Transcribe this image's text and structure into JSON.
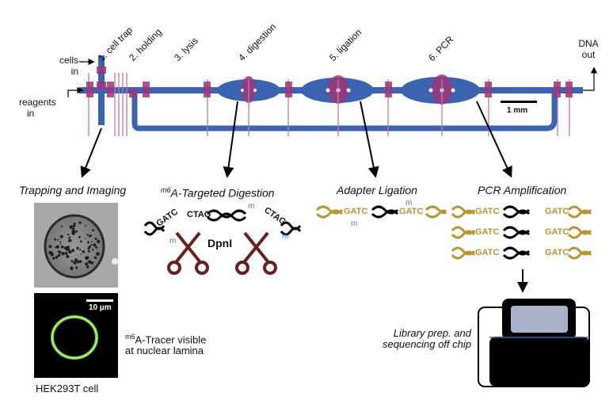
{
  "labels": {
    "cells_in": [
      "cells",
      "in"
    ],
    "reagents_in": [
      "reagents",
      "in"
    ],
    "dna_out": [
      "DNA",
      "out"
    ],
    "scale_bar": "1 mm",
    "micro_scale": "10 µm",
    "dpni": "DpnI",
    "hek": "HEK293T cell",
    "tracer": [
      "A-Tracer visible",
      "at nuclear lamina"
    ],
    "tracer_sup": "m6",
    "library": [
      "Library prep. and",
      "sequencing off chip"
    ]
  },
  "steps": [
    {
      "label": "1. cell trap"
    },
    {
      "label": "2. holding"
    },
    {
      "label": "3. lysis"
    },
    {
      "label": "4. digestion"
    },
    {
      "label": "5. ligation"
    },
    {
      "label": "6. PCR"
    }
  ],
  "panels": {
    "trapping": "Trapping and Imaging",
    "digestion_sup": "m6",
    "digestion": "A-Targeted Digestion",
    "ligation": "Adapter Ligation",
    "pcr": "PCR Amplification"
  },
  "dna": {
    "methyl": "m",
    "gatc": "GATC",
    "gatc_flip": "CTAG"
  },
  "colors": {
    "channel": "#3a63b0",
    "valve": "#a0357a",
    "valve_light": "#c07aa8",
    "adapter": "#b8962e",
    "methyl": "#3e7bd6",
    "scissors": "#6b1f1f",
    "green": "#7fe04a"
  }
}
